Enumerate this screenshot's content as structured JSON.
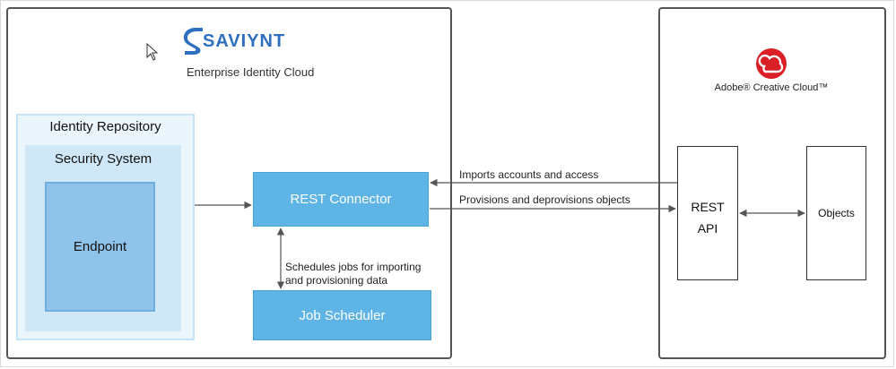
{
  "saviynt": {
    "logo_text": "SAVIYNT",
    "tagline": "Enterprise Identity Cloud",
    "identity_repository": "Identity Repository",
    "security_system": "Security System",
    "endpoint": "Endpoint",
    "rest_connector": "REST Connector",
    "job_scheduler": "Job Scheduler"
  },
  "adobe": {
    "brand": "Adobe® Creative Cloud™",
    "rest_api_line1": "REST",
    "rest_api_line2": "API",
    "objects": "Objects"
  },
  "edges": {
    "imports": "Imports accounts and access",
    "provisions": "Provisions and deprovisions objects",
    "schedules": "Schedules jobs for importing and provisioning data"
  },
  "colors": {
    "connector_fill": "#5fb4e6",
    "endpoint_fill": "#8fc3ea",
    "security_fill": "#cfe7f7",
    "repo_fill": "#eaf5fc",
    "adobe_red": "#da1f26",
    "saviynt_blue": "#2f6fbf"
  },
  "icons": [
    "saviynt-logo-icon",
    "adobe-cc-icon",
    "mouse-cursor-icon"
  ]
}
